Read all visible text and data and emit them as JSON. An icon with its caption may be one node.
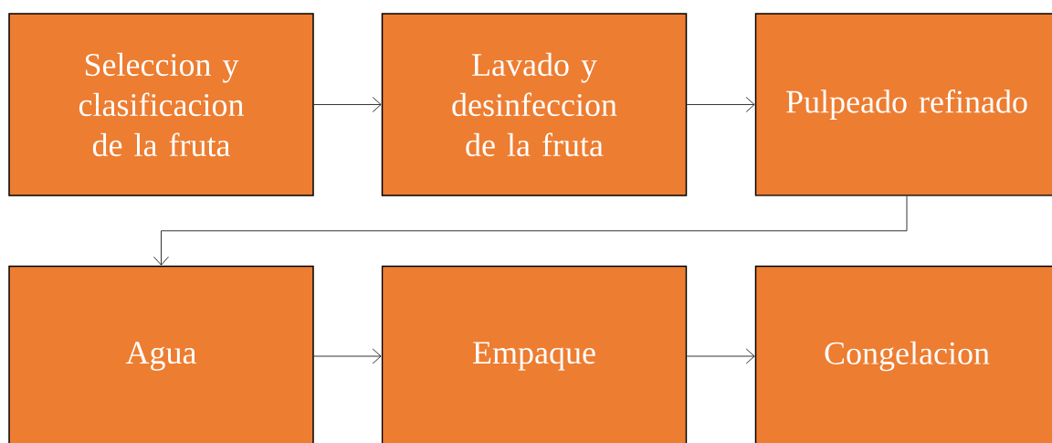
{
  "diagram": {
    "nodes": [
      {
        "text": [
          "Seleccion y clasificacion de la fruta"
        ]
      },
      {
        "text": [
          "Lavado y desinfeccion de la fruta"
        ]
      },
      {
        "text": [
          "Pulpeado refinado"
        ]
      },
      {
        "text": [
          "Agua"
        ]
      },
      {
        "text": [
          "Empaque"
        ]
      },
      {
        "text": [
          "Congelacion"
        ]
      }
    ],
    "edges": [
      {
        "from": 0,
        "to": 1,
        "arrow": "to"
      },
      {
        "from": 1,
        "to": 2,
        "arrow": "to"
      },
      {
        "from": 2,
        "to": 3,
        "arrow": "to"
      },
      {
        "from": 3,
        "to": 4,
        "arrow": "to"
      },
      {
        "from": 4,
        "to": 5,
        "arrow": "to"
      }
    ]
  }
}
